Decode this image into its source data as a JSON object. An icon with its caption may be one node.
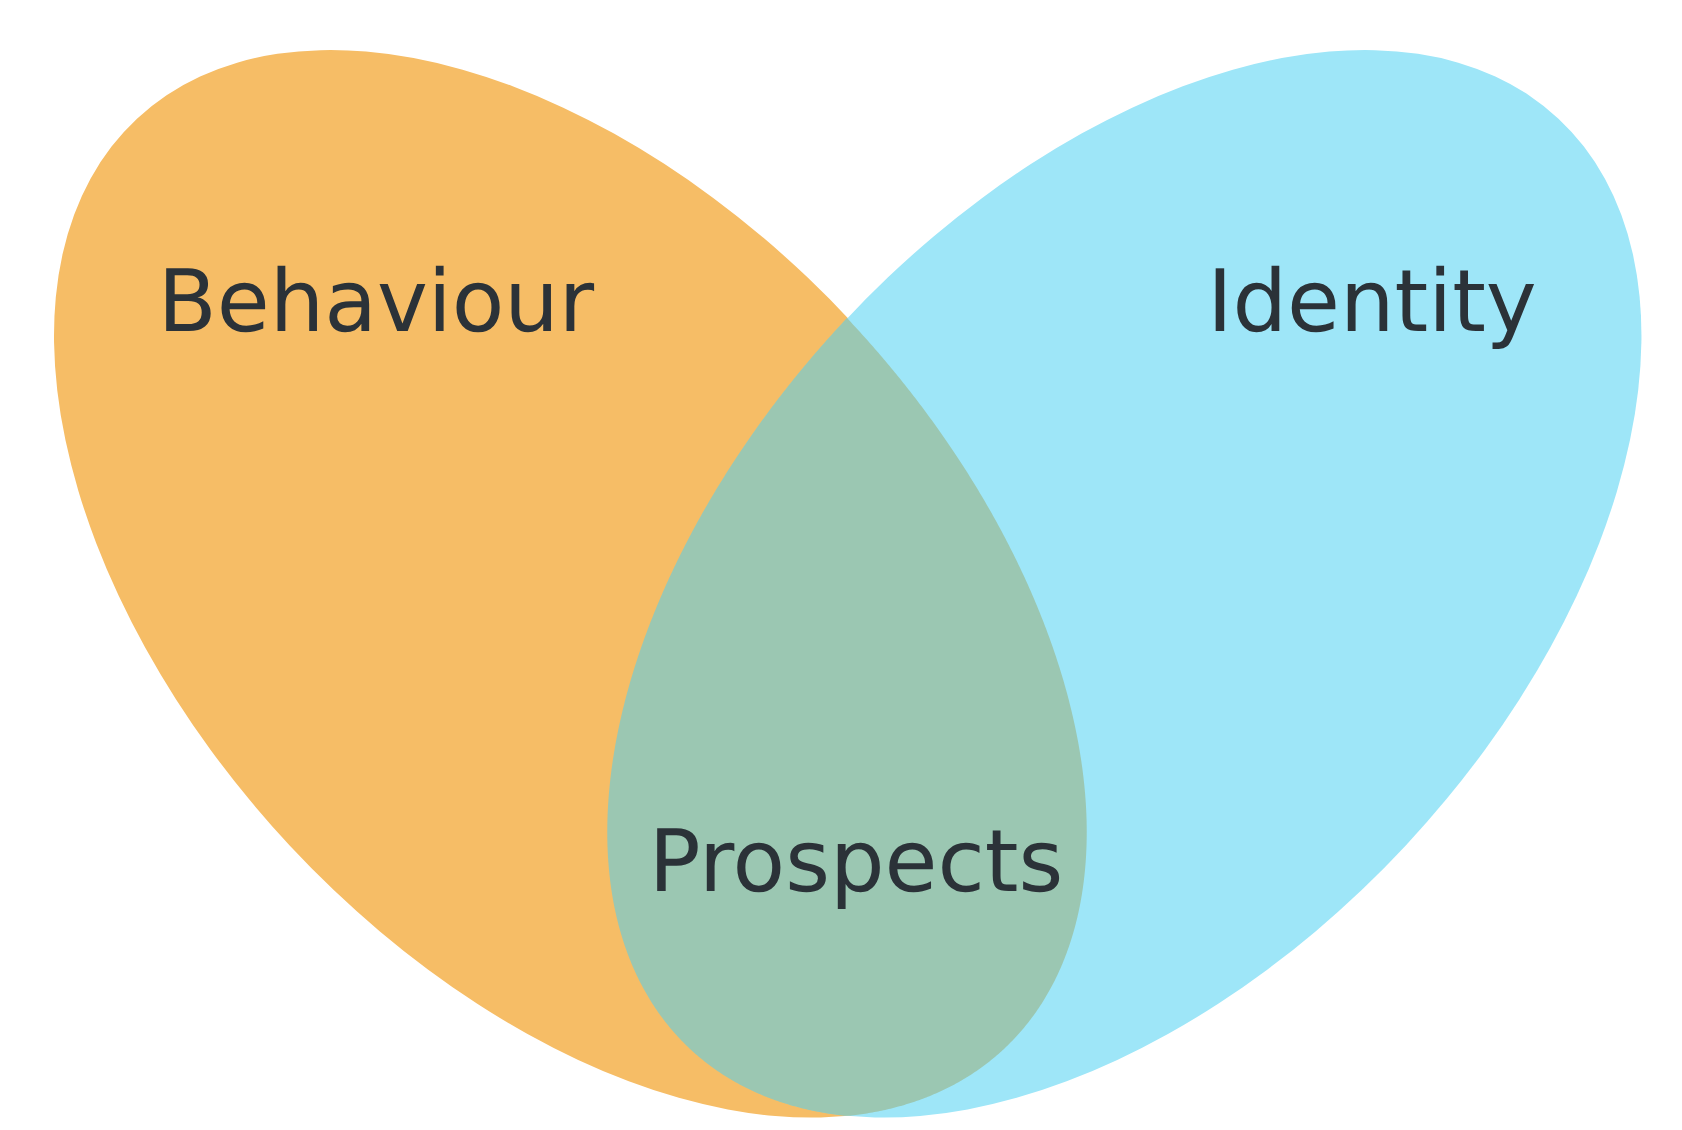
{
  "diagram": {
    "nodes": [
      {
        "text": [
          "Behaviour"
        ]
      },
      {
        "text": [
          "Identity"
        ]
      },
      {
        "text": [
          "Prospects"
        ]
      }
    ]
  }
}
